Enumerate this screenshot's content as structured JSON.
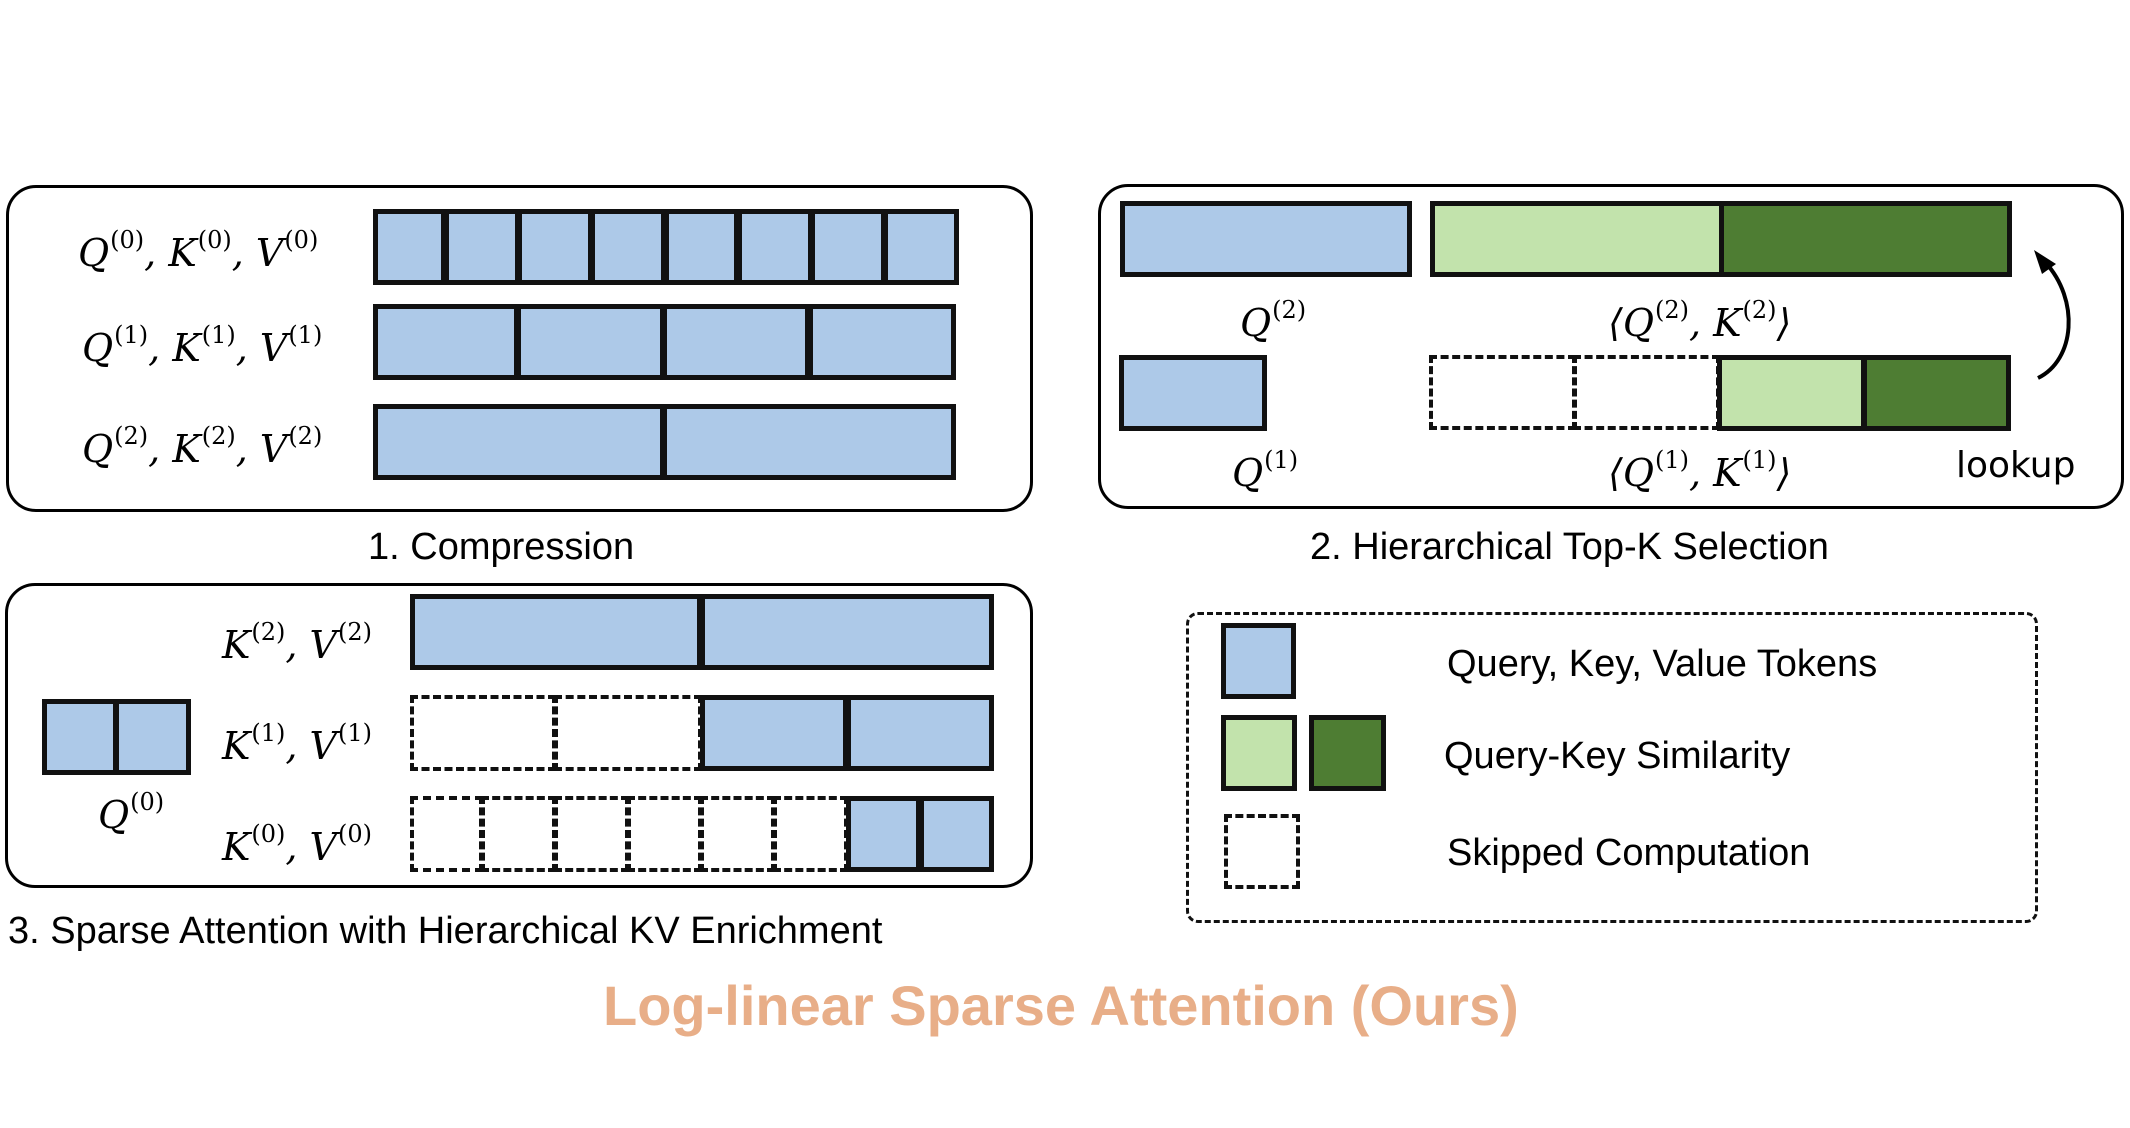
{
  "colors": {
    "token_blue": "#ADC9E8",
    "similarity_light_green": "#C2E3AC",
    "similarity_dark_green": "#4E7D33",
    "title_orange": "#E8AE88",
    "outline": "#111111"
  },
  "panel1": {
    "caption": "1. Compression",
    "rows": [
      {
        "label_parts": [
          "Q",
          "(0)",
          ", K",
          "(0)",
          ", V",
          "(0)"
        ],
        "blocks": 8
      },
      {
        "label_parts": [
          "Q",
          "(1)",
          ", K",
          "(1)",
          ", V",
          "(1)"
        ],
        "blocks": 4
      },
      {
        "label_parts": [
          "Q",
          "(2)",
          ", K",
          "(2)",
          ", V",
          "(2)"
        ],
        "blocks": 2
      }
    ]
  },
  "panel2": {
    "caption": "2. Hierarchical Top-K Selection",
    "q2_label": [
      "Q",
      "(2)"
    ],
    "q1_label": [
      "Q",
      "(1)"
    ],
    "sim2_label": [
      "⟨Q",
      "(2)",
      ", K",
      "(2)",
      "⟩"
    ],
    "sim1_label": [
      "⟨Q",
      "(1)",
      ", K",
      "(1)",
      "⟩"
    ],
    "lookup_label": "lookup",
    "arrow_icon": "curved-arrow-up"
  },
  "panel3": {
    "caption": "3. Sparse Attention with Hierarchical KV Enrichment",
    "query_label": [
      "Q",
      "(0)"
    ],
    "query_blocks": 2,
    "rows": [
      {
        "label_parts": [
          "K",
          "(2)",
          ", V",
          "(2)"
        ],
        "skipped": 0,
        "selected": 2
      },
      {
        "label_parts": [
          "K",
          "(1)",
          ", V",
          "(1)"
        ],
        "skipped": 2,
        "selected": 2
      },
      {
        "label_parts": [
          "K",
          "(0)",
          ", V",
          "(0)"
        ],
        "skipped": 6,
        "selected": 2
      }
    ]
  },
  "legend": {
    "items": [
      {
        "label": "Query, Key, Value Tokens",
        "swatch": "blue"
      },
      {
        "label": "Query-Key Similarity",
        "swatch": "green-pair"
      },
      {
        "label": "Skipped Computation",
        "swatch": "dashed"
      }
    ]
  },
  "title": "Log-linear Sparse Attention (Ours)"
}
